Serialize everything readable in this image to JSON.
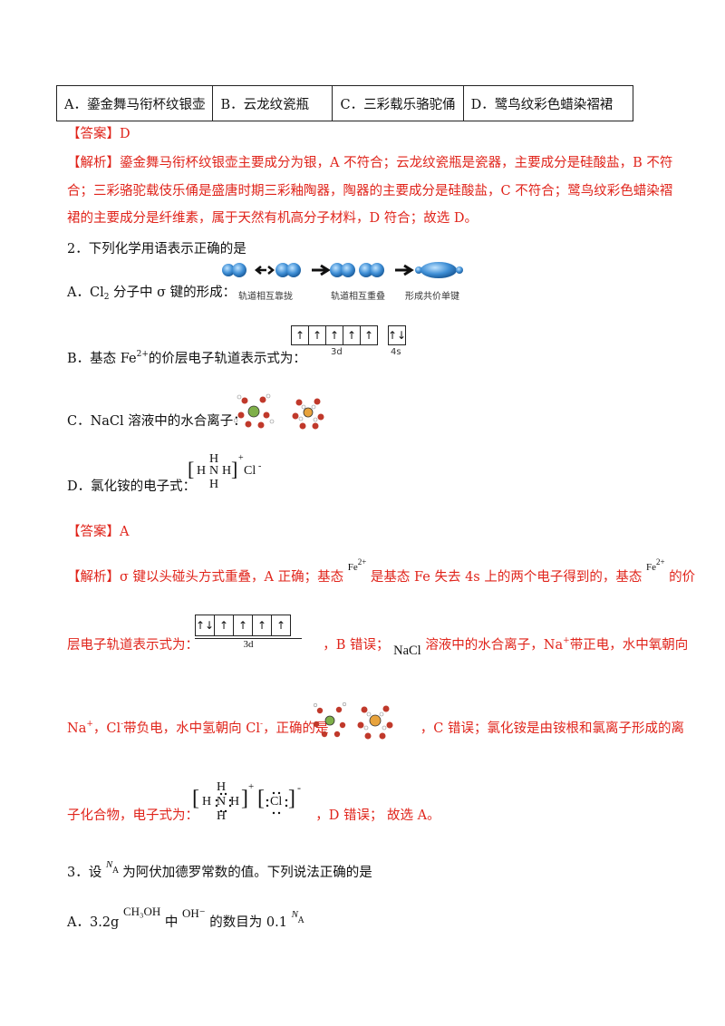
{
  "q1": {
    "options": [
      "A．鎏金舞马衔杯纹银壶",
      "B．云龙纹瓷瓶",
      "C．三彩载乐骆驼俑",
      "D．鹭鸟纹彩色蜡染褶裙"
    ],
    "answer": "【答案】D",
    "analysis_label": "【解析】",
    "analysis_l1": "鎏金舞马衔杯纹银壶主要成分为银，A 不符合；云龙纹瓷瓶是瓷器，主要成分是硅酸盐，B 不符",
    "analysis_l2": "合；三彩骆驼载伎乐俑是盛唐时期三彩釉陶器，陶器的主要成分是硅酸盐，C 不符合；鹭鸟纹彩色蜡染褶",
    "analysis_l3": "裙的主要成分是纤维素，属于天然有机高分子材料，D 符合；故选 D。"
  },
  "q2": {
    "stem": "2．下列化学用语表示正确的是",
    "optA_pre": "A．Cl",
    "optA_sub": "2",
    "optA_post": " 分子中 σ 键的形成：",
    "optA_captions": [
      "轨道相互靠拢",
      "轨道相互重叠",
      "形成共价单键"
    ],
    "optB_pre": "B．基态 Fe",
    "optB_sup": "2+",
    "optB_post": "的价层电子轨道表示式为：",
    "optB_orbitals_3d": [
      "↑",
      "↑",
      "↑",
      "↑",
      "↑"
    ],
    "optB_orbitals_4s": [
      "↑↓"
    ],
    "label_3d": "3d",
    "label_4s": "4s",
    "optC": "C．NaCl 溶液中的水合离子：",
    "optD": "D．氯化铵的电子式：",
    "nh4_H": "H",
    "nh4_N": "N",
    "nh4_charge": "+",
    "cl_ion": "Cl",
    "cl_charge": "-",
    "answer": "【答案】A",
    "analysis_label": "【解析】",
    "an1_a": "σ 键以头碰头方式重叠，A 正确；基态 ",
    "fe": "Fe",
    "fe_sup": "2+",
    "an1_b": " 是基态 Fe 失去 4s 上的两个电子得到的，基态 ",
    "an1_c": " 的价",
    "an2_a": "层电子轨道表示式为：",
    "an2_orbitals": [
      "↑↓",
      "↑",
      "↑",
      "↑",
      "↑"
    ],
    "an2_b": "，B 错误；",
    "nacl": "NaCl",
    "an2_c": " 溶液中的水合离子，Na",
    "na_sup": "+",
    "an2_d": "带正电，水中氧朝向",
    "an3_a": "Na",
    "an3_b": "，Cl",
    "cl_sup": "-",
    "an3_c": "带负电，水中氢朝向 Cl",
    "an3_d": "，正确的是",
    "an3_e": "，C 错误；氯化铵是由铵根和氯离子形成的离",
    "an4_a": "子化合物，电子式为：",
    "an4_b": "，D 错误；  故选 A。"
  },
  "q3": {
    "stem_a": "3．设 ",
    "na": "N",
    "na_sub": "A",
    "stem_b": " 为阿伏加德罗常数的值。下列说法正确的是",
    "optA_a": "A．3.2g ",
    "ch3oh": "CH₃OH",
    "optA_b": " 中 ",
    "oh": "OH⁻",
    "optA_c": " 的数目为 0.1 "
  }
}
